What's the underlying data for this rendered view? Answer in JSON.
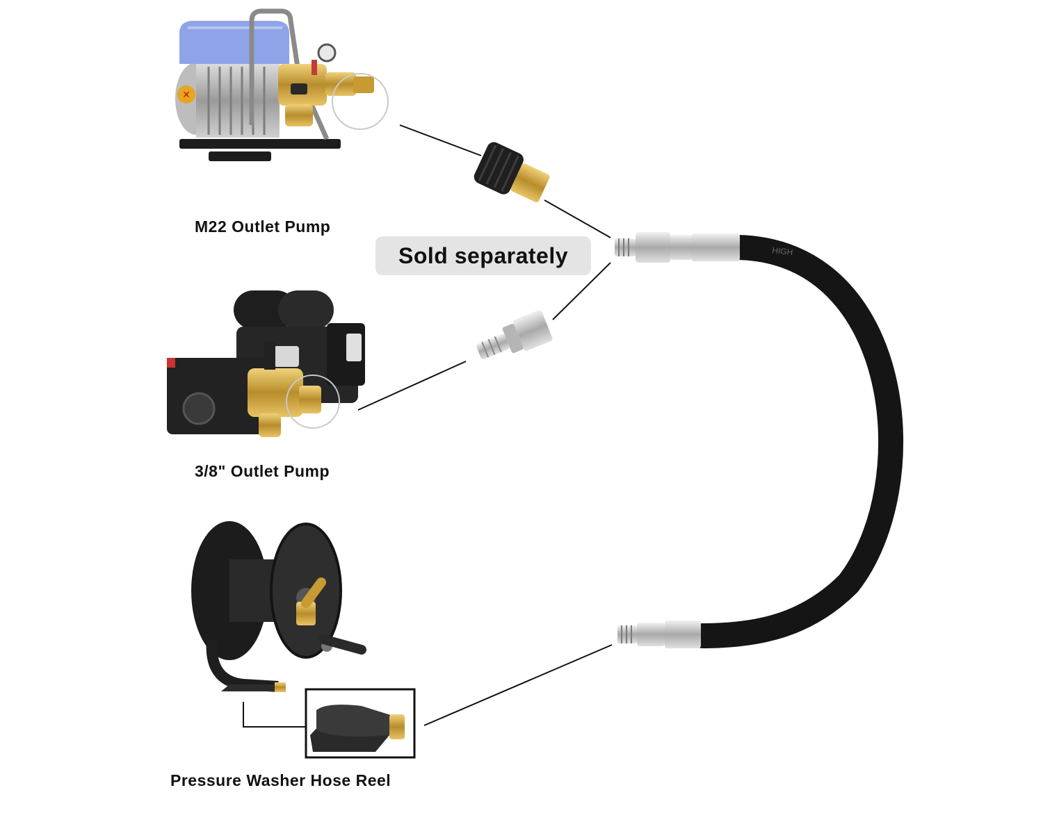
{
  "labels": {
    "m22_pump": "M22 Outlet Pump",
    "outlet_pump_38": "3/8\" Outlet Pump",
    "hose_reel": "Pressure Washer Hose Reel"
  },
  "badge": {
    "text": "Sold separately"
  },
  "colors": {
    "pump_cover": "#8fa4e8",
    "brass": "#c9a23a",
    "steel": "#c8c8c8",
    "hose": "#151515",
    "badge_bg": "#e4e4e4",
    "text": "#111111"
  }
}
